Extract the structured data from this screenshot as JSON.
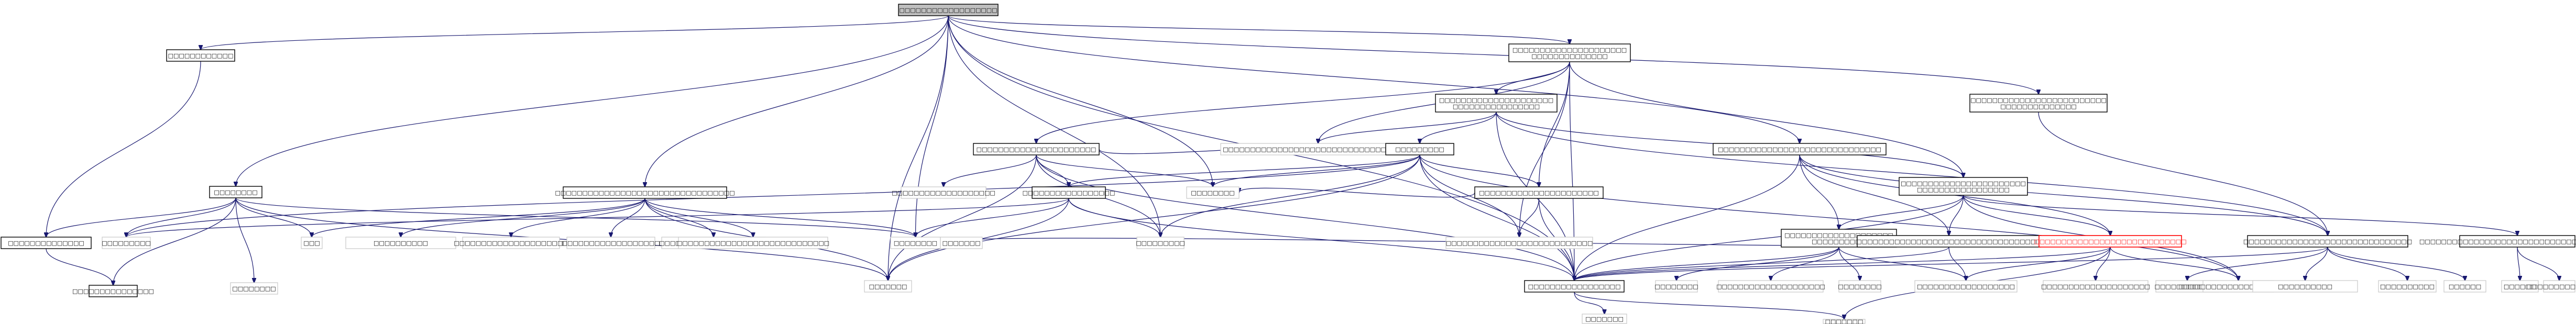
{
  "graph": {
    "edge_color": "#191970",
    "nodes": [
      {
        "id": "n_root",
        "lines": [
          "□□□□□□□□□□□□□□□□□□"
        ],
        "style": "root"
      },
      {
        "id": "n_a1",
        "lines": [
          "□□□□□□□□□□□□"
        ],
        "style": "solid"
      },
      {
        "id": "n_a2",
        "lines": [
          "□□□□□□□□□□□□□□□□□□□□□",
          "□□□□□□□□□□□□□□"
        ],
        "style": "solid"
      },
      {
        "id": "n_a3",
        "lines": [
          "□□□□□□□□□□□□□□□□□□□□□□□□□",
          "□□□□□□□□□□□□□□"
        ],
        "style": "solid"
      },
      {
        "id": "n_b1",
        "lines": [
          "□□□□□□□□"
        ],
        "style": "solid"
      },
      {
        "id": "n_b2",
        "lines": [
          "□□□□□□□□□□□□□□□□□□□□□□□□□□□□□□□□□"
        ],
        "style": "solid"
      },
      {
        "id": "n_b3",
        "lines": [
          "□□□□□□□□□□□□□□□□□□□□□□"
        ],
        "style": "solid"
      },
      {
        "id": "n_b4",
        "lines": [
          "□□□□□□□□□□□□□□□□□□□□□",
          "□□□□□□□□□□□□□□□□"
        ],
        "style": "solid"
      },
      {
        "id": "n_b5",
        "lines": [
          "□□□□□□□□□□□□□□□□□□□□□□□□□□□□□□□□□□□"
        ],
        "style": "ghost"
      },
      {
        "id": "n_b6",
        "lines": [
          "□□□□□□□□□□□□□□□□□□□□□□□□□□□□□□"
        ],
        "style": "solid"
      },
      {
        "id": "n_c1",
        "lines": [
          "□□□□□□□□□□□□□□"
        ],
        "style": "solid"
      },
      {
        "id": "n_c2",
        "lines": [
          "□□□□□□□□□□□□□□□□□□□"
        ],
        "style": "ghost"
      },
      {
        "id": "n_c3",
        "lines": [
          "□□□□□□□□□"
        ],
        "style": "solid"
      },
      {
        "id": "n_c4",
        "lines": [
          "□□□□□□□□□□□□□□□□□"
        ],
        "style": "solid"
      },
      {
        "id": "n_c5",
        "lines": [
          "□□□□□□□□□□□□□□□□□□□□□□"
        ],
        "style": "solid"
      },
      {
        "id": "n_c6",
        "lines": [
          "□□□□□□□□"
        ],
        "style": "ghost"
      },
      {
        "id": "n_c7",
        "lines": [
          "□□□□□□□□□□□□□□□□□□□□□□□",
          "□□□□□□□□□□□□□□□□□"
        ],
        "style": "solid"
      },
      {
        "id": "n_d1",
        "lines": [
          "□□□□□□□□□□□□□□□"
        ],
        "style": "solid"
      },
      {
        "id": "n_d2",
        "lines": [
          "□□□□□□□□□"
        ],
        "style": "ghost"
      },
      {
        "id": "n_d3",
        "lines": [
          "□□□"
        ],
        "style": "ghost"
      },
      {
        "id": "n_d4",
        "lines": [
          "□□□□□□□□□□"
        ],
        "style": "ghost"
      },
      {
        "id": "n_d5",
        "lines": [
          "□□□□□□□□□□□□□□□□□□□□□"
        ],
        "style": "ghost"
      },
      {
        "id": "n_d6",
        "lines": [
          "□□□□□□□□□□□□□□□□□□"
        ],
        "style": "ghost"
      },
      {
        "id": "n_d7",
        "lines": [
          "□□□□□□□□□□□□□□□□□□□□"
        ],
        "style": "ghost"
      },
      {
        "id": "n_d8",
        "lines": [
          "□□□□□□□□□□□□□□□□□□□□□□□□□□□□"
        ],
        "style": "ghost"
      },
      {
        "id": "n_d9",
        "lines": [
          "□□□□□□□"
        ],
        "style": "ghost"
      },
      {
        "id": "n_d10",
        "lines": [
          "□□□□□□□□□"
        ],
        "style": "ghost"
      },
      {
        "id": "n_d11",
        "lines": [
          "□□□□□□□□□□□□□□□□□□□□□□□□□□□"
        ],
        "style": "ghost"
      },
      {
        "id": "n_d12",
        "lines": [
          "□□□□□□□□□□□□□□□□□□□□",
          "□□□□□□□□□□"
        ],
        "style": "solid"
      },
      {
        "id": "n_d13",
        "lines": [
          "□□□□□□□□□□□□□□□□□□□□□□□□□□□□□□□□□□"
        ],
        "style": "solid"
      },
      {
        "id": "n_d14",
        "lines": [
          "□□□□□□□□□□□□□□□□□□□□□□□□□□□□"
        ],
        "style": "highlight"
      },
      {
        "id": "n_d15",
        "lines": [
          "□□□□□□□□□□□□□□□□□□□□□□□□□□□□□□□"
        ],
        "style": "solid"
      },
      {
        "id": "n_d16",
        "lines": [
          "□□□□□□□□□□□□□□□□□□□□□□□□□□□□□□□□□□□□"
        ],
        "style": "solid"
      },
      {
        "id": "n_e1",
        "lines": [
          "□□□□□□□□"
        ],
        "style": "ghost"
      },
      {
        "id": "n_e2",
        "lines": [
          "□□□□□□□"
        ],
        "style": "ghost"
      },
      {
        "id": "n_e3",
        "lines": [
          "□□□□□□□□□□□□□□□□□"
        ],
        "style": "solid"
      },
      {
        "id": "n_e4",
        "lines": [
          "□□□□□□□□"
        ],
        "style": "ghost"
      },
      {
        "id": "n_e5",
        "lines": [
          "□□□□□□□□□□□□□□□□□□□□"
        ],
        "style": "ghost"
      },
      {
        "id": "n_e6",
        "lines": [
          "□□□□□□□□"
        ],
        "style": "ghost"
      },
      {
        "id": "n_e7",
        "lines": [
          "□□□□□□□□□□□□□□□□□□"
        ],
        "style": "ghost"
      },
      {
        "id": "n_e8",
        "lines": [
          "□□□□□□□□□□□□□□□□□□□□"
        ],
        "style": "ghost"
      },
      {
        "id": "n_e9",
        "lines": [
          "□□□□□□□□□□□□"
        ],
        "style": "ghost"
      },
      {
        "id": "n_e10",
        "lines": [
          "□□□□□□□□□□□□□□□□□□□□□□"
        ],
        "style": "ghost"
      },
      {
        "id": "n_e11",
        "lines": [
          "□□□□□□□□□□"
        ],
        "style": "ghost"
      },
      {
        "id": "n_e12",
        "lines": [
          "□□□□□□□□□□"
        ],
        "style": "ghost"
      },
      {
        "id": "n_e13",
        "lines": [
          "□□□□□□"
        ],
        "style": "ghost"
      },
      {
        "id": "n_e14",
        "lines": [
          "□□□□□□"
        ],
        "style": "ghost"
      },
      {
        "id": "n_e15",
        "lines": [
          "□□□□□□□□□□□□"
        ],
        "style": "ghost"
      },
      {
        "id": "n_f1",
        "lines": [
          "□□□□□□□□"
        ],
        "style": "ghost"
      },
      {
        "id": "n_f2",
        "lines": [
          "□□□□□□□"
        ],
        "style": "ghost"
      },
      {
        "id": "n_f3",
        "lines": [
          "□□□□□□□"
        ],
        "style": "ghost"
      }
    ],
    "edges": [
      [
        "n_root",
        "n_a1"
      ],
      [
        "n_root",
        "n_a2"
      ],
      [
        "n_root",
        "n_a3"
      ],
      [
        "n_root",
        "n_b1"
      ],
      [
        "n_root",
        "n_b2"
      ],
      [
        "n_root",
        "n_b6"
      ],
      [
        "n_root",
        "n_c6"
      ],
      [
        "n_root",
        "n_d9"
      ],
      [
        "n_root",
        "n_d10"
      ],
      [
        "n_root",
        "n_e1"
      ],
      [
        "n_root",
        "n_e3"
      ],
      [
        "n_a1",
        "n_c1"
      ],
      [
        "n_a2",
        "n_b3"
      ],
      [
        "n_a2",
        "n_b4"
      ],
      [
        "n_a2",
        "n_b5"
      ],
      [
        "n_a2",
        "n_c5"
      ],
      [
        "n_a2",
        "n_c7"
      ],
      [
        "n_a2",
        "n_e3"
      ],
      [
        "n_a2",
        "n_d11"
      ],
      [
        "n_a3",
        "n_d15"
      ],
      [
        "n_b1",
        "n_c1"
      ],
      [
        "n_b1",
        "n_d1"
      ],
      [
        "n_b1",
        "n_d2"
      ],
      [
        "n_b1",
        "n_d3"
      ],
      [
        "n_b1",
        "n_e1"
      ],
      [
        "n_b1",
        "n_f1"
      ],
      [
        "n_b1",
        "n_d9"
      ],
      [
        "n_b2",
        "n_d3"
      ],
      [
        "n_b2",
        "n_d4"
      ],
      [
        "n_b2",
        "n_d5"
      ],
      [
        "n_b2",
        "n_d6"
      ],
      [
        "n_b2",
        "n_d7"
      ],
      [
        "n_b2",
        "n_d8"
      ],
      [
        "n_b2",
        "n_d9"
      ],
      [
        "n_b2",
        "n_e1"
      ],
      [
        "n_b3",
        "n_c4"
      ],
      [
        "n_b3",
        "n_c6"
      ],
      [
        "n_b3",
        "n_c2"
      ],
      [
        "n_b3",
        "n_c3"
      ],
      [
        "n_b3",
        "n_d10"
      ],
      [
        "n_b3",
        "n_e3"
      ],
      [
        "n_b3",
        "n_d9"
      ],
      [
        "n_b4",
        "n_b5"
      ],
      [
        "n_b4",
        "n_c3"
      ],
      [
        "n_b4",
        "n_c7"
      ],
      [
        "n_b4",
        "n_e3"
      ],
      [
        "n_b4",
        "n_d15"
      ],
      [
        "n_b6",
        "n_d12"
      ],
      [
        "n_b6",
        "n_d13"
      ],
      [
        "n_b6",
        "n_d14"
      ],
      [
        "n_b6",
        "n_d15"
      ],
      [
        "n_b6",
        "n_e3"
      ],
      [
        "n_c1",
        "n_d1"
      ],
      [
        "n_c3",
        "n_c6"
      ],
      [
        "n_c3",
        "n_c4"
      ],
      [
        "n_c3",
        "n_c5"
      ],
      [
        "n_c3",
        "n_d2"
      ],
      [
        "n_c3",
        "n_d9"
      ],
      [
        "n_c3",
        "n_d10"
      ],
      [
        "n_c3",
        "n_e3"
      ],
      [
        "n_c3",
        "n_d11"
      ],
      [
        "n_c3",
        "n_e10"
      ],
      [
        "n_c4",
        "n_d9"
      ],
      [
        "n_c4",
        "n_d10"
      ],
      [
        "n_c4",
        "n_d2"
      ],
      [
        "n_c4",
        "n_e1"
      ],
      [
        "n_c4",
        "n_e3"
      ],
      [
        "n_c5",
        "n_d11"
      ],
      [
        "n_c5",
        "n_e3"
      ],
      [
        "n_c5",
        "n_c6"
      ],
      [
        "n_c7",
        "n_d12"
      ],
      [
        "n_c7",
        "n_d13"
      ],
      [
        "n_c7",
        "n_d14"
      ],
      [
        "n_c7",
        "n_d16"
      ],
      [
        "n_c7",
        "n_e3"
      ],
      [
        "n_c7",
        "n_e10"
      ],
      [
        "n_d12",
        "n_e3"
      ],
      [
        "n_d12",
        "n_e4"
      ],
      [
        "n_d12",
        "n_e5"
      ],
      [
        "n_d12",
        "n_e6"
      ],
      [
        "n_d12",
        "n_e7"
      ],
      [
        "n_d13",
        "n_e3"
      ],
      [
        "n_d13",
        "n_e7"
      ],
      [
        "n_d14",
        "n_e3"
      ],
      [
        "n_d14",
        "n_e8"
      ],
      [
        "n_d14",
        "n_e7"
      ],
      [
        "n_d14",
        "n_e10"
      ],
      [
        "n_d14",
        "n_f2"
      ],
      [
        "n_d14",
        "n_e1"
      ],
      [
        "n_d15",
        "n_e3"
      ],
      [
        "n_d15",
        "n_e9"
      ],
      [
        "n_d15",
        "n_e11"
      ],
      [
        "n_d15",
        "n_e12"
      ],
      [
        "n_d15",
        "n_e13"
      ],
      [
        "n_d16",
        "n_e14"
      ],
      [
        "n_d16",
        "n_e15"
      ],
      [
        "n_e3",
        "n_f3"
      ],
      [
        "n_e3",
        "n_f2"
      ]
    ]
  }
}
